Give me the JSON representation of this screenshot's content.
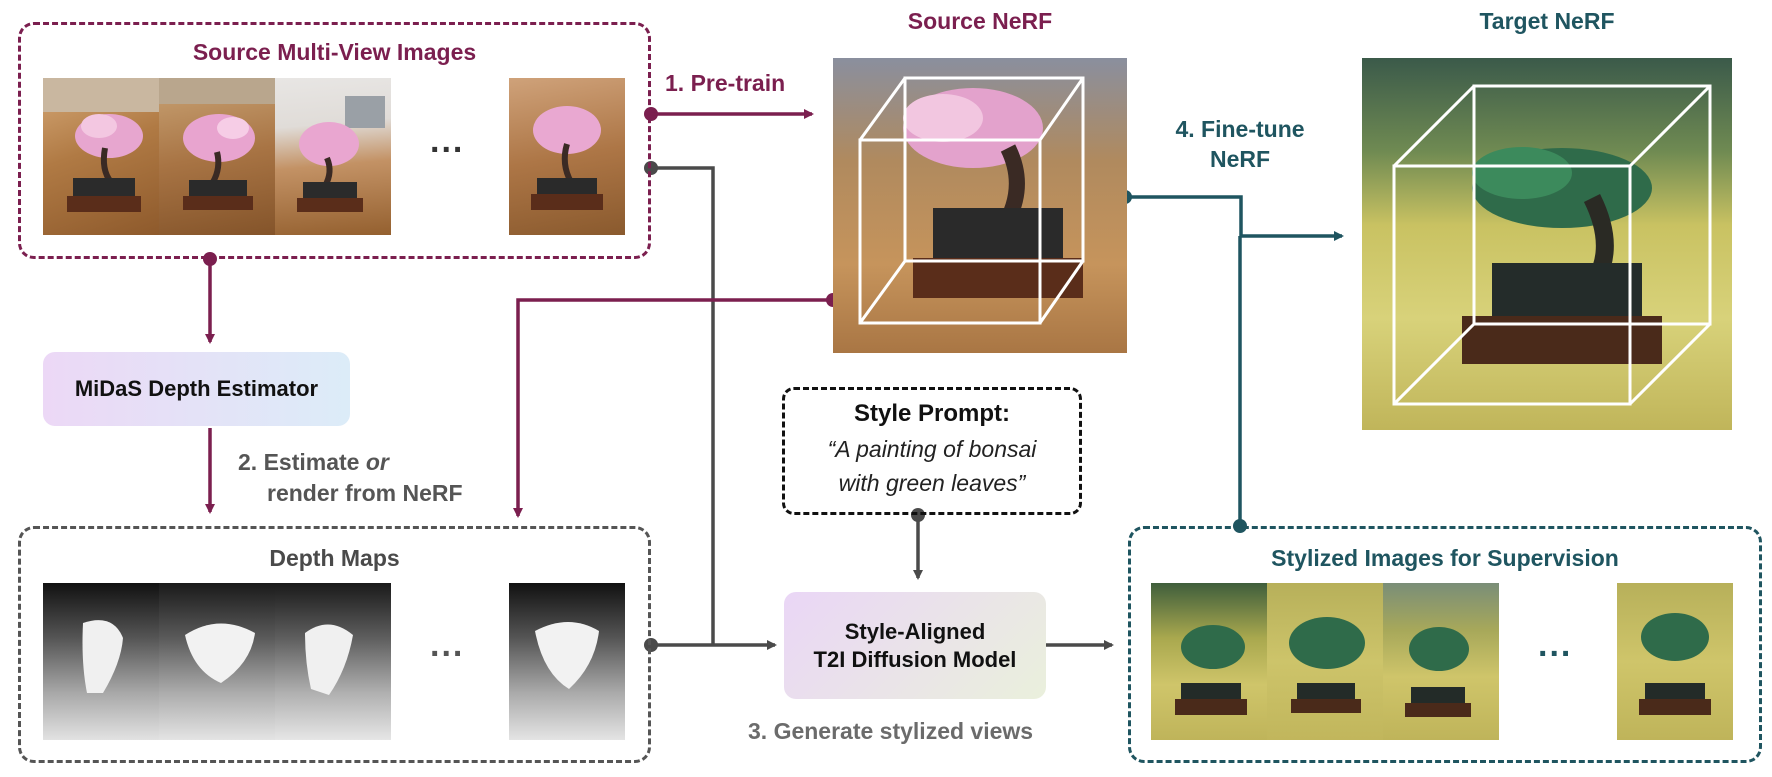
{
  "colors": {
    "source": "#7b1f4f",
    "target": "#1f5560",
    "neutral": "#4a4a4a",
    "caption": "#6b6b6b"
  },
  "source_box": {
    "title": "Source Multi-View Images",
    "ellipsis": "..."
  },
  "depth_box": {
    "title": "Depth Maps",
    "ellipsis": "..."
  },
  "stylized_box": {
    "title": "Stylized Images for Supervision",
    "ellipsis": "..."
  },
  "source_nerf": {
    "title": "Source NeRF"
  },
  "target_nerf": {
    "title": "Target NeRF"
  },
  "midas": {
    "label": "MiDaS Depth Estimator"
  },
  "diffusion": {
    "line1": "Style-Aligned",
    "line2": "T2I Diffusion Model"
  },
  "style_prompt": {
    "title": "Style Prompt:",
    "line1": "“A painting of bonsai",
    "line2": "with green leaves”"
  },
  "steps": {
    "step1": "1.  Pre-train",
    "step2_a": "2. Estimate ",
    "step2_or": "or",
    "step2_b": "render from NeRF",
    "step3": "3. Generate stylized views",
    "step4_a": "4. Fine-tune",
    "step4_b": "NeRF"
  }
}
